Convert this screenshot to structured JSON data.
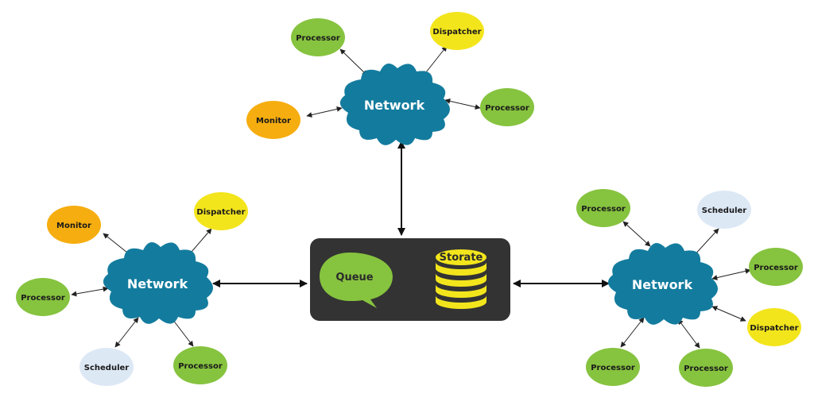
{
  "colors": {
    "cloud": "#137c9e",
    "hub_bg": "#333333",
    "queue": "#86c33f",
    "storage": "#f3e51c",
    "processor": "#86c33f",
    "dispatcher": "#f3e51c",
    "monitor": "#f6ad0f",
    "scheduler": "#dde8f5",
    "edge": "#222222"
  },
  "hub": {
    "queue_label": "Queue",
    "storage_label": "Storate"
  },
  "networks": [
    {
      "id": "top",
      "label": "Network",
      "nodes": [
        {
          "label": "Processor",
          "kind": "processor"
        },
        {
          "label": "Dispatcher",
          "kind": "dispatcher"
        },
        {
          "label": "Monitor",
          "kind": "monitor"
        },
        {
          "label": "Processor",
          "kind": "processor"
        }
      ]
    },
    {
      "id": "left",
      "label": "Network",
      "nodes": [
        {
          "label": "Monitor",
          "kind": "monitor"
        },
        {
          "label": "Dispatcher",
          "kind": "dispatcher"
        },
        {
          "label": "Processor",
          "kind": "processor"
        },
        {
          "label": "Scheduler",
          "kind": "scheduler"
        },
        {
          "label": "Processor",
          "kind": "processor"
        }
      ]
    },
    {
      "id": "right",
      "label": "Network",
      "nodes": [
        {
          "label": "Processor",
          "kind": "processor"
        },
        {
          "label": "Scheduler",
          "kind": "scheduler"
        },
        {
          "label": "Processor",
          "kind": "processor"
        },
        {
          "label": "Dispatcher",
          "kind": "dispatcher"
        },
        {
          "label": "Processor",
          "kind": "processor"
        },
        {
          "label": "Processor",
          "kind": "processor"
        }
      ]
    }
  ]
}
